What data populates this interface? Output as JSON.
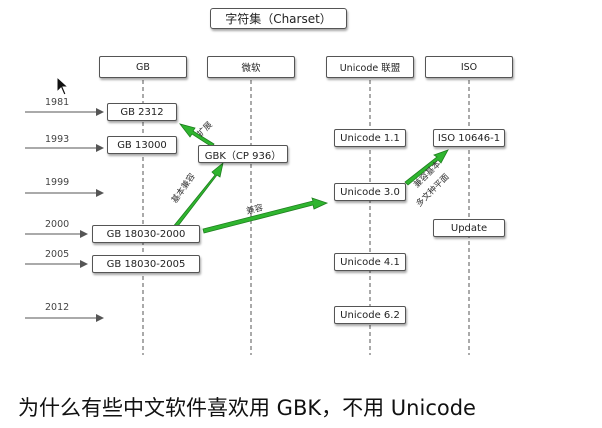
{
  "title": "字符集（Charset）",
  "columns": [
    "GB",
    "微软",
    "Unicode 联盟",
    "ISO"
  ],
  "years": [
    "1981",
    "1993",
    "1999",
    "2000",
    "2005",
    "2012"
  ],
  "boxes": {
    "gb2312": "GB 2312",
    "gb13000": "GB 13000",
    "gbk": "GBK（CP 936）",
    "gb18030_2000": "GB 18030-2000",
    "gb18030_2005": "GB 18030-2005",
    "unicode11": "Unicode 1.1",
    "unicode30": "Unicode 3.0",
    "unicode41": "Unicode 4.1",
    "unicode62": "Unicode 6.2",
    "iso10646": "ISO 10646-1",
    "update": "Update"
  },
  "notes": {
    "expand": "扩展",
    "basic_compat": "基本兼容",
    "compat": "兼容",
    "iso_note_1": "兼容基本",
    "iso_note_2": "多文种平面"
  },
  "caption": "为什么有些中文软件喜欢用 GBK，不用 Unicode",
  "colors": {
    "arrow_green": "#2fb52f",
    "arrow_green_dark": "#1f7f1f",
    "line": "#555555"
  }
}
